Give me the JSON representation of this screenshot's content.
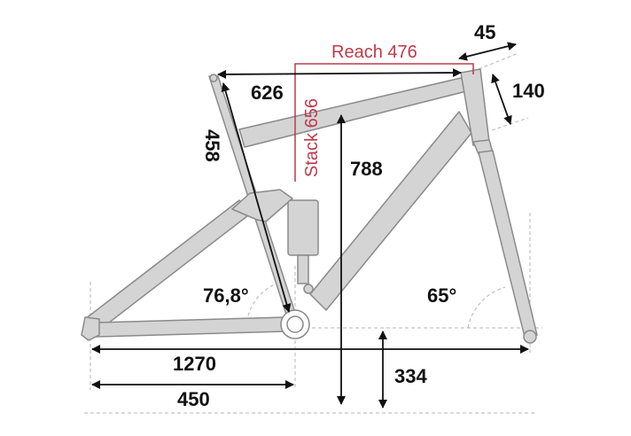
{
  "colors": {
    "frame_fill": "#d4d4d4",
    "frame_stroke": "#8a8a8a",
    "dimension": "#111111",
    "accent": "#c0394b",
    "guide": "#b5b5b5"
  },
  "dimensions": {
    "reach": "Reach 476",
    "stack": "Stack 656",
    "top_tube": "626",
    "seat_tube": "458",
    "frame_height": "788",
    "headtube_offset": "45",
    "headtube_length": "140",
    "seat_angle": "76,8°",
    "head_angle": "65°",
    "wheelbase": "1270",
    "chainstay": "450",
    "bb_height": "334"
  }
}
